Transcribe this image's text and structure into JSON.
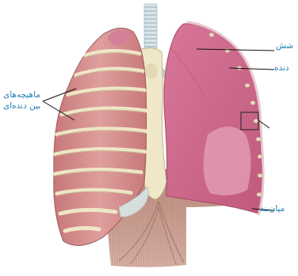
{
  "labels": {
    "lung": "شش",
    "rib": "دنده",
    "intercostal_line1": "ماهیچه‌های",
    "intercostal_line2": "بین دنده‌ای",
    "diaphragm": "میان‌بند"
  },
  "colors": {
    "label": "#1f7fb3",
    "muscle": "#d98d8c",
    "rib_bone": "#ede6c9",
    "lung": "#d46e8d",
    "lung_inner": "#e9a5ba",
    "cartilage": "#d6dede",
    "trachea": "#cfe0e8",
    "diaphragm_muscle": "#c58a7a"
  },
  "icons": [
    "enlargement-box-icon"
  ]
}
